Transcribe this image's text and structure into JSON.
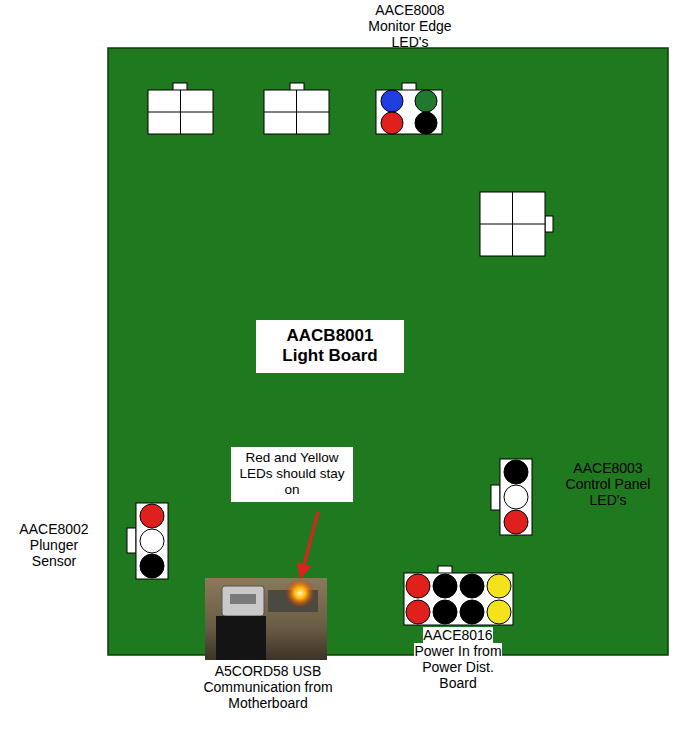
{
  "diagram": {
    "nodes": [
      {
        "text": [
          "AACB8001 Light Board"
        ]
      },
      {
        "text": [
          "Red and Yellow LEDs should stay on"
        ]
      }
    ],
    "labels": [
      "AACE8008 Monitor Edge LED's",
      "AACE8003 Control Panel LED's",
      "AACE8002 Plunger Sensor",
      "AACE8016 Power In from Power Dist. Board",
      "A5CORD58 USB Communication from Motherboard"
    ]
  }
}
